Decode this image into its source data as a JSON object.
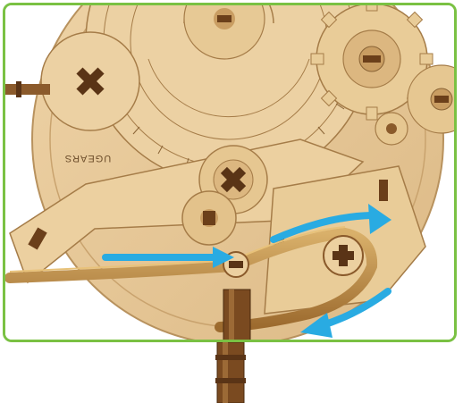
{
  "illustration": {
    "brand_mark": "UGEARS",
    "frame_color": "#7ac143",
    "wood_color": "#e8c99a",
    "wood_dark": "#8b5a2b",
    "band_color": "#c8a060",
    "arrow_color": "#29abe2",
    "arrows": [
      {
        "name": "band-tension-arrow-left",
        "direction": "right"
      },
      {
        "name": "band-tension-arrow-upper",
        "direction": "up-right"
      },
      {
        "name": "band-return-arrow",
        "direction": "down-left"
      }
    ]
  }
}
